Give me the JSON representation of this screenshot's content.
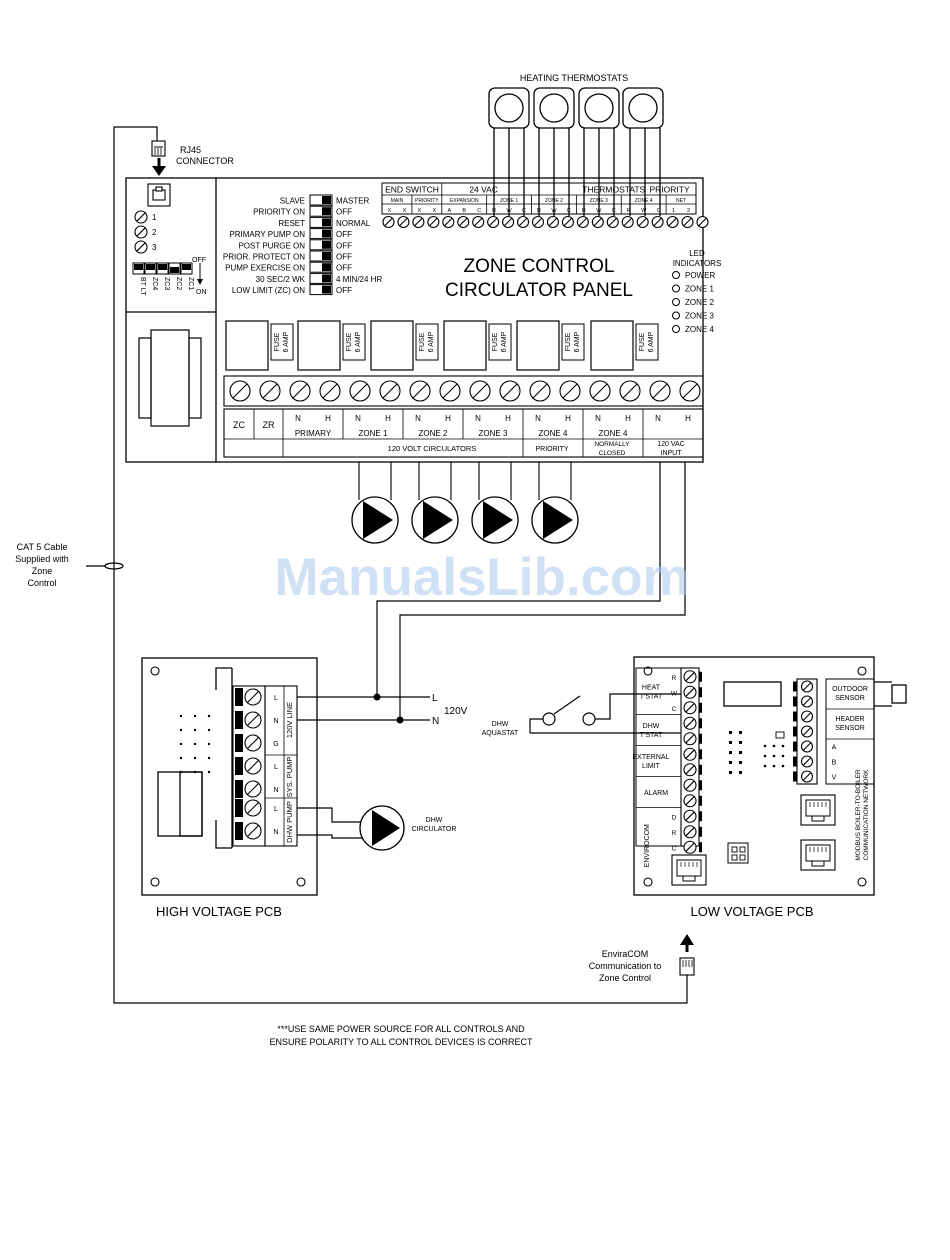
{
  "title": {
    "heating_thermostats": "HEATING THERMOSTATS",
    "rj45": [
      "RJ45",
      "CONNECTOR"
    ],
    "panel": [
      "ZONE CONTROL",
      "CIRCULATOR PANEL"
    ],
    "high_voltage_pcb": "HIGH VOLTAGE PCB",
    "low_voltage_pcb": "LOW VOLTAGE PCB"
  },
  "cat5": [
    "CAT 5 Cable",
    "Supplied with",
    "Zone",
    "Control"
  ],
  "watermark": "ManualsLib.com",
  "dip_switches": [
    {
      "left": "SLAVE",
      "right": "MASTER"
    },
    {
      "left": "PRIORITY ON",
      "right": "OFF"
    },
    {
      "left": "RESET",
      "right": "NORMAL"
    },
    {
      "left": "PRIMARY PUMP ON",
      "right": "OFF"
    },
    {
      "left": "POST PURGE ON",
      "right": "OFF"
    },
    {
      "left": "PRIOR. PROTECT ON",
      "right": "OFF"
    },
    {
      "left": "PUMP EXERCISE ON",
      "right": "OFF"
    },
    {
      "left": "30 SEC/2 WK",
      "right": "4 MIN/24 HR"
    },
    {
      "left": "LOW LIMIT  (ZC) ON",
      "right": "OFF"
    }
  ],
  "left_terminals": [
    "1",
    "2",
    "3"
  ],
  "jumpers": {
    "labels": [
      "BT LT",
      "ZC4",
      "ZC3",
      "ZC2",
      "ZC1"
    ],
    "off": "OFF",
    "on": "ON"
  },
  "top_strip": {
    "headers": [
      "END SWITCH",
      "24 VAC",
      "THERMOSTATS",
      "PRIORITY"
    ],
    "groups": [
      "MAIN",
      "PRIORITY",
      "EXPANSION",
      "ZONE 1",
      "ZONE 2",
      "ZONE 3",
      "ZONE 4",
      "NET"
    ],
    "pins": [
      "X",
      "X",
      "X",
      "X",
      "A",
      "B",
      "C",
      "R",
      "W",
      "C",
      "R",
      "W",
      "C",
      "R",
      "W",
      "C",
      "R",
      "W",
      "C",
      "1",
      "2"
    ]
  },
  "led": {
    "title": [
      "LED",
      "INDICATORS"
    ],
    "items": [
      "POWER",
      "ZONE 1",
      "ZONE 2",
      "ZONE 3",
      "ZONE 4"
    ]
  },
  "fuse": [
    "FUSE",
    "6 AMP"
  ],
  "bottom_strip": {
    "cells": [
      "ZC",
      "ZR",
      "PRIMARY",
      "ZONE 1",
      "ZONE 2",
      "ZONE 3",
      "ZONE 4",
      "ZONE 4",
      "120 VAC"
    ],
    "nh": [
      "N",
      "H"
    ],
    "row2": [
      "120 VOLT CIRCULATORS",
      "PRIORITY",
      "NORMALLY",
      "CLOSED",
      "120 VAC",
      "INPUT"
    ]
  },
  "hv": {
    "terminals": [
      "L",
      "N",
      "G",
      "L",
      "N",
      "L",
      "N"
    ],
    "groups": [
      "120V LINE",
      "SYS. PUMP",
      "DHW PUMP"
    ],
    "line_labels": [
      "L",
      "N"
    ],
    "voltage": "120V",
    "dhw_circulator": [
      "DHW",
      "CIRCULATOR"
    ]
  },
  "lv": {
    "terminals": [
      "R",
      "W",
      "C",
      "",
      "",
      "",
      "",
      "",
      "",
      "D",
      "R",
      "C"
    ],
    "groups": [
      [
        "HEAT",
        "T'STAT"
      ],
      [
        "DHW",
        "T'STAT"
      ],
      [
        "EXTERNAL",
        "LIMIT"
      ],
      [
        "ALARM"
      ],
      [
        "ENVIROCOM"
      ]
    ],
    "right_terminals": [
      "",
      "",
      "",
      "",
      "A",
      "B",
      "V"
    ],
    "right_groups": [
      [
        "OUTDOOR",
        "SENSOR"
      ],
      [
        "HEADER",
        "SENSOR"
      ]
    ],
    "modbus": [
      "MODBUS BOILER-TO-BOILER",
      "COMMUNICATION NETWORK"
    ],
    "dhw_aquastat": [
      "DHW",
      "AQUASTAT"
    ]
  },
  "enviracom": [
    "EnviraCOM",
    "Communication to",
    "Zone Control"
  ],
  "note": [
    "***USE SAME POWER SOURCE FOR ALL CONTROLS AND",
    "ENSURE POLARITY TO ALL CONTROL DEVICES IS CORRECT"
  ]
}
